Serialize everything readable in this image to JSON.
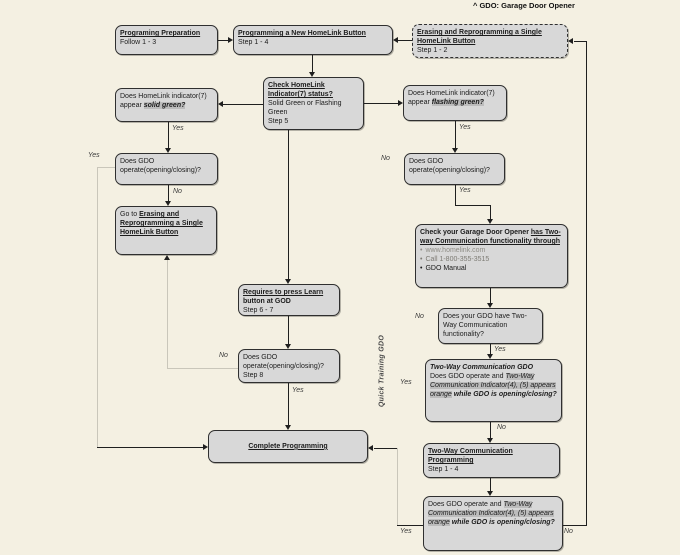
{
  "page": {
    "footnote": "^ GDO: Garage Door Opener",
    "vertical_note": "Quick Training GDO"
  },
  "labels": {
    "yes": "Yes",
    "no": "No",
    "bullet": "•"
  },
  "nodes": {
    "prep": {
      "title": "Programing Preparation",
      "sub": "Follow 1 - 3"
    },
    "new_button": {
      "title": "Programming a New HomeLink Button",
      "sub": "Step 1 - 4"
    },
    "erase": {
      "title": "Erasing and Reprogramming a Single HomeLink Button",
      "sub": "Step 1 - 2"
    },
    "check_status": {
      "title": "Check HomeLink Indicator(7) status?",
      "body": "Solid Green or Flashing Green",
      "step": "Step 5"
    },
    "solid_q": {
      "pre": "Does HomeLink indicator(7) appear ",
      "highlight": "solid green?"
    },
    "flash_q": {
      "pre": "Does HomeLink indicator(7) appear ",
      "highlight": "flashing green?"
    },
    "gdo_left": {
      "text": "Does GDO operate(opening/closing)?"
    },
    "goto_erase": {
      "pre": "Go to ",
      "link": "Erasing and Reprogramming a Single HomeLink Button"
    },
    "gdo_right": {
      "text": "Does GDO operate(opening/closing)?"
    },
    "twoway_info": {
      "pre": "Check your Garage Door Opener ",
      "underlined": "has Two-way Communication functionality through",
      "bullets": [
        "www.homelink.com",
        "Call 1-800-355-3515",
        "GDO Manual"
      ]
    },
    "have_twoway": {
      "text": "Does your GDO have Two-Way Communication functionality?"
    },
    "twoway_gdo": {
      "title": "Two-Way Communication GDO",
      "pre": "Does GDO operate and ",
      "highlight": "Two-Way Communication Indicator(4), (5) appears orange",
      "post": " while GDO is opening/closing?"
    },
    "twoway_prog": {
      "title": "Two-Way Communication Programming",
      "sub": "Step 1 - 4"
    },
    "final_q": {
      "pre": "Does GDO operate and ",
      "highlight": "Two-Way Communication Indicator(4), (5) appears orange",
      "post": " while GDO is opening/closing?"
    },
    "learn": {
      "title": "Requires to press Learn",
      "body": "button at GOD",
      "step": "Step 6 - 7"
    },
    "gdo_mid": {
      "text": "Does GDO operate(opening/closing)?",
      "step": "Step 8"
    },
    "complete": {
      "title": "Complete Programming"
    }
  },
  "colors": {
    "background": "#f4f0e2",
    "box_fill": "#d8d8d8",
    "box_border": "#2f2f2f",
    "highlight": "#bcbcbc",
    "line": "#1f1f1f"
  }
}
